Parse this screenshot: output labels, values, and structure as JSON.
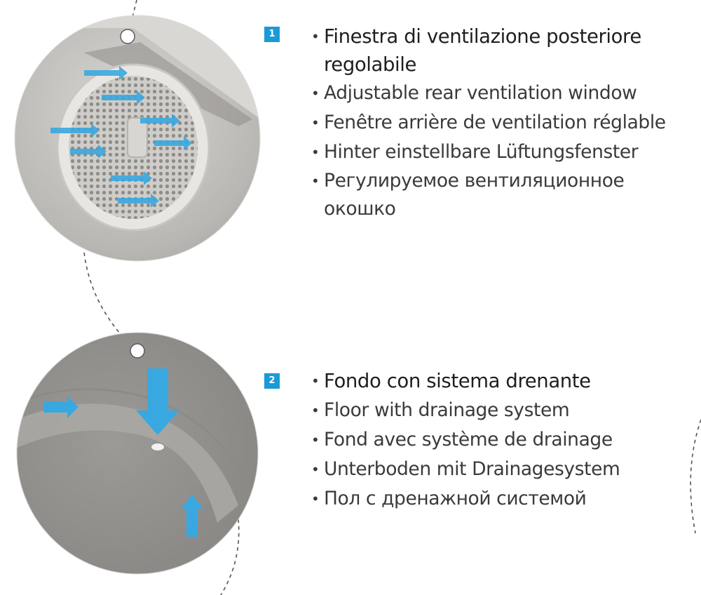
{
  "features": [
    {
      "number": "1",
      "captions": [
        "Finestra di ventilazione posteriore regolabile",
        "Adjustable rear ventilation window",
        "Fenêtre arrière de ventilation réglable",
        "Hinter einstellbare Lüftungsfenster",
        "Регулируемое вентиляционное окошко"
      ]
    },
    {
      "number": "2",
      "captions": [
        "Fondo con sistema drenante",
        "Floor with drainage system",
        "Fond avec système de drainage",
        "Unterboden mit Drainagesystem",
        "Пол с дренажной системой"
      ]
    }
  ],
  "colors": {
    "badge": "#1a9ad6",
    "arrow": "#3aa8e0",
    "product_grey": "#9a9894"
  }
}
